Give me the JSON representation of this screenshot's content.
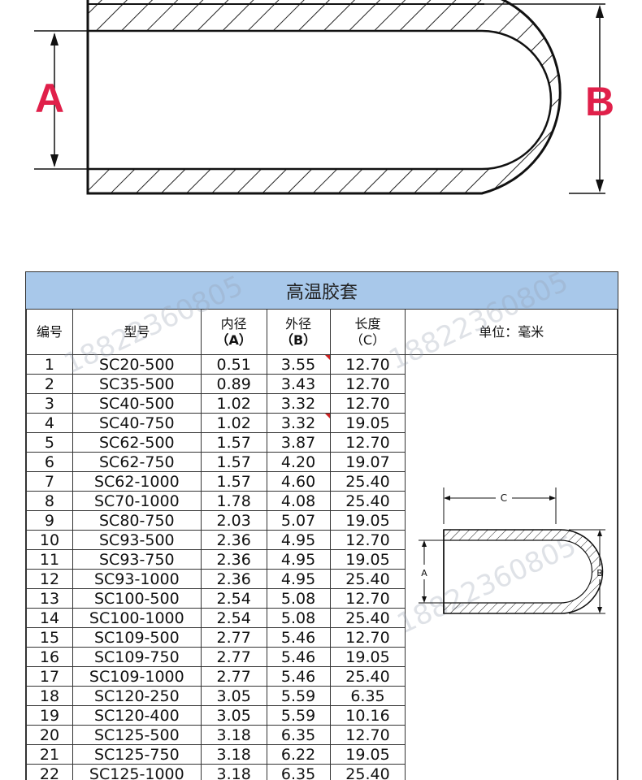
{
  "diagram": {
    "label_a": "A",
    "label_b": "B",
    "label_a_color": "#e0204a",
    "label_b_color": "#e0204a"
  },
  "table": {
    "title": "高温胶套",
    "headers": {
      "index": "编号",
      "model": "型号",
      "inner_dia": "内径",
      "inner_dia_sub": "（A）",
      "outer_dia": "外径",
      "outer_dia_sub": "（B）",
      "length": "长度",
      "length_sub": "（C）",
      "unit": "单位：毫米"
    },
    "rows": [
      [
        "1",
        "SC20-500",
        "0.51",
        "3.55",
        "12.70"
      ],
      [
        "2",
        "SC35-500",
        "0.89",
        "3.43",
        "12.70"
      ],
      [
        "3",
        "SC40-500",
        "1.02",
        "3.32",
        "12.70"
      ],
      [
        "4",
        "SC40-750",
        "1.02",
        "3.32",
        "19.05"
      ],
      [
        "5",
        "SC62-500",
        "1.57",
        "3.87",
        "12.70"
      ],
      [
        "6",
        "SC62-750",
        "1.57",
        "4.20",
        "19.07"
      ],
      [
        "7",
        "SC62-1000",
        "1.57",
        "4.60",
        "25.40"
      ],
      [
        "8",
        "SC70-1000",
        "1.78",
        "4.08",
        "25.40"
      ],
      [
        "9",
        "SC80-750",
        "2.03",
        "5.07",
        "19.05"
      ],
      [
        "10",
        "SC93-500",
        "2.36",
        "4.95",
        "12.70"
      ],
      [
        "11",
        "SC93-750",
        "2.36",
        "4.95",
        "19.05"
      ],
      [
        "12",
        "SC93-1000",
        "2.36",
        "4.95",
        "25.40"
      ],
      [
        "13",
        "SC100-500",
        "2.54",
        "5.08",
        "12.70"
      ],
      [
        "14",
        "SC100-1000",
        "2.54",
        "5.08",
        "25.40"
      ],
      [
        "15",
        "SC109-500",
        "2.77",
        "5.46",
        "12.70"
      ],
      [
        "16",
        "SC109-750",
        "2.77",
        "5.46",
        "19.05"
      ],
      [
        "17",
        "SC109-1000",
        "2.77",
        "5.46",
        "25.40"
      ],
      [
        "18",
        "SC120-250",
        "3.05",
        "5.59",
        "6.35"
      ],
      [
        "19",
        "SC120-400",
        "3.05",
        "5.59",
        "10.16"
      ],
      [
        "20",
        "SC125-500",
        "3.18",
        "6.35",
        "12.70"
      ],
      [
        "21",
        "SC125-750",
        "3.18",
        "6.22",
        "19.05"
      ],
      [
        "22",
        "SC125-1000",
        "3.18",
        "6.35",
        "25.40"
      ]
    ],
    "header_color": "#a8c8ea"
  },
  "small_diagram": {
    "label_a": "A",
    "label_b": "B",
    "label_c": "C"
  },
  "watermark": {
    "text": "18822360805"
  }
}
